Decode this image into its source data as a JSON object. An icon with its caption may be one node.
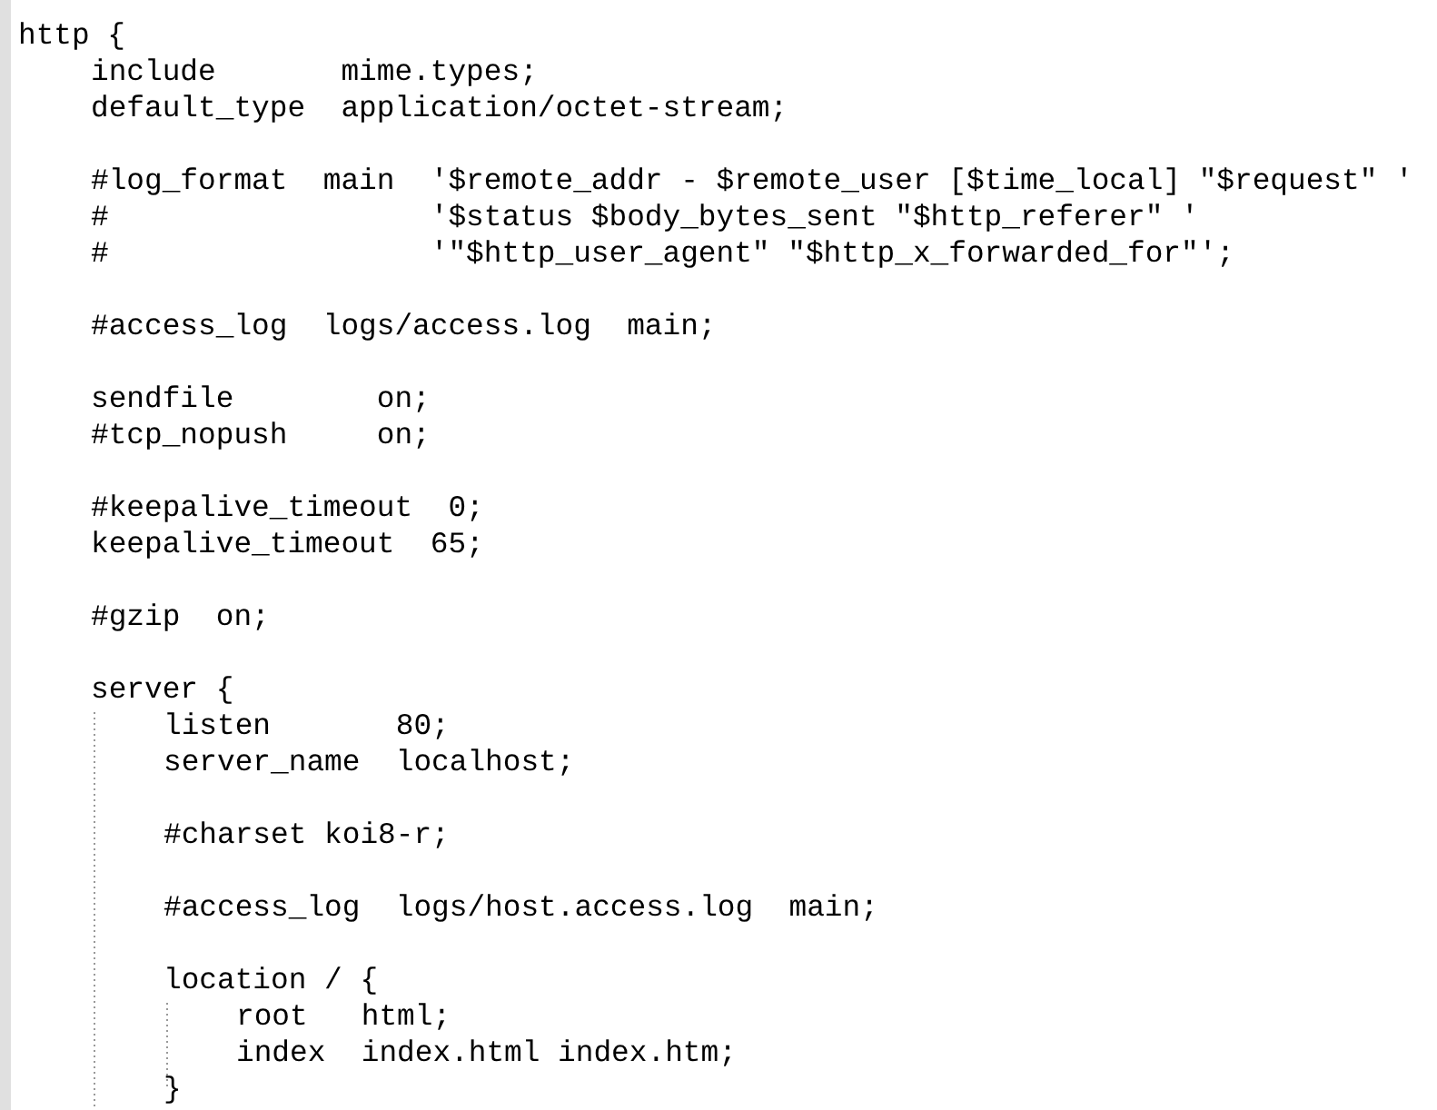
{
  "diagram": {
    "labels": [
      "http {",
      "include       mime.types;",
      "default_type  application/octet-stream;",
      "#log_format  main  '$remote_addr - $remote_user [$time_local] \"$request\" '",
      "#                  '$status $body_bytes_sent \"$http_referer\" '",
      "#                  '\"$http_user_agent\" \"$http_x_forwarded_for\"';",
      "#access_log  logs/access.log  main;",
      "sendfile        on;",
      "#tcp_nopush     on;",
      "#keepalive_timeout  0;",
      "keepalive_timeout  65;",
      "#gzip  on;",
      "server {",
      "listen       80;",
      "server_name  localhost;",
      "#charset koi8-r;",
      "#access_log  logs/host.access.log  main;",
      "location / {",
      "root   html;",
      "index  index.html index.htm;",
      "}"
    ]
  }
}
